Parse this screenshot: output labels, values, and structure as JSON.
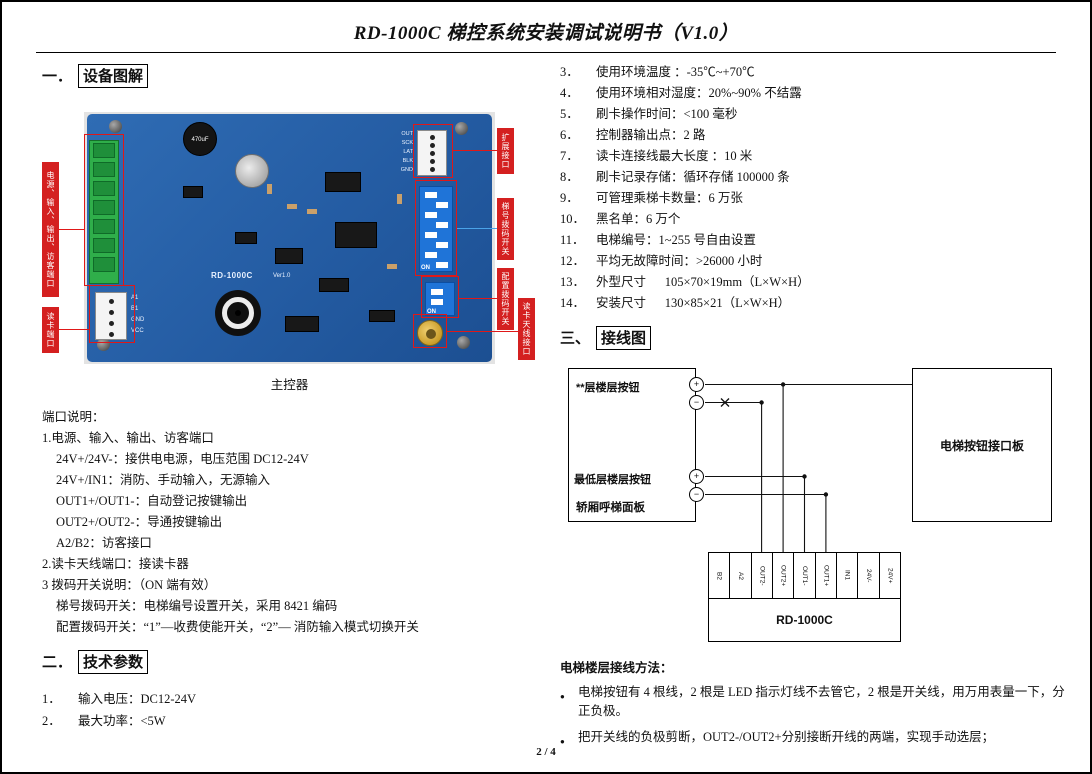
{
  "doc": {
    "title": "RD-1000C 梯控系统安装调试说明书（V1.0）",
    "footer_page": "2 / 4"
  },
  "sections": {
    "s1_num": "一．",
    "s1_title": "设备图解",
    "s2_num": "二．",
    "s2_title": "技术参数",
    "s3_num": "三、",
    "s3_title": "接线图"
  },
  "figure": {
    "caption": "主控器",
    "silkscreen": "RD-1000C",
    "silkscreen_ver": "Ver1.0",
    "cap_label": "470uF",
    "dip8_on": "ON",
    "dip2_on": "ON",
    "pins_right_top": "OUT\nSCK\nLAT\nBLK\nGND",
    "pins_left_bottom": "A1\nB1\nGND\nVCC",
    "labels": {
      "left_top": "电源、输入、输出、访客端口",
      "left_bottom": "读卡端口",
      "right_top": "扩展接口",
      "right_mid1": "梯号拨码开关",
      "right_mid2": "配置拨码开关",
      "right_bottom": "读卡天线接口"
    }
  },
  "port_desc": {
    "heading": "端口说明：",
    "lines": [
      "1.电源、输入、输出、访客端口",
      "24V+/24V-：接供电电源，电压范围 DC12-24V",
      "24V+/IN1：消防、手动输入，无源输入",
      "OUT1+/OUT1-：自动登记按键输出",
      "OUT2+/OUT2-：导通按键输出",
      "A2/B2：访客接口",
      "2.读卡天线端口：接读卡器",
      "3 拨码开关说明：（ON 端有效）",
      "梯号拨码开关：电梯编号设置开关，采用 8421 编码",
      "配置拨码开关：“1”—收费使能开关，“2”— 消防输入模式切换开关"
    ]
  },
  "tech": {
    "left": [
      {
        "num": "1．",
        "text": "输入电压：DC12-24V"
      },
      {
        "num": "2．",
        "text": "最大功率：<5W"
      }
    ],
    "right": [
      {
        "num": "3．",
        "text": "使用环境温度 ：-35℃~+70℃"
      },
      {
        "num": "4．",
        "text": "使用环境相对湿度：20%~90% 不结露"
      },
      {
        "num": "5．",
        "text": "刷卡操作时间：<100 毫秒"
      },
      {
        "num": "6．",
        "text": "控制器输出点：2 路"
      },
      {
        "num": "7．",
        "text": "读卡连接线最大长度 ：10 米"
      },
      {
        "num": "8．",
        "text": "刷卡记录存储：循环存储 100000 条"
      },
      {
        "num": "9．",
        "text": "可管理乘梯卡数量：6 万张"
      },
      {
        "num": "10．",
        "text": "黑名单：6 万个"
      },
      {
        "num": "11．",
        "text": "电梯编号：1~255 号自由设置"
      },
      {
        "num": "12．",
        "text": "平均无故障时间：>26000 小时"
      },
      {
        "num": "13．",
        "text": "外型尺寸      105×70×19mm（L×W×H）"
      },
      {
        "num": "14．",
        "text": "安装尺寸      130×85×21（L×W×H）"
      }
    ]
  },
  "wiring": {
    "left_panel": {
      "top_button": "**层楼层按钮",
      "bottom_button": "最低层楼层按钮",
      "panel_name": "轿厢呼梯面板",
      "plus": "+",
      "minus": "−"
    },
    "right_panel": "电梯按钮接口板",
    "controller": "RD-1000C",
    "terminals": [
      "B2",
      "A2",
      "OUT2-",
      "OUT2+",
      "OUT1-",
      "OUT1+",
      "IN1",
      "24V-",
      "24V+"
    ]
  },
  "method": {
    "heading": "电梯楼层接线方法：",
    "bullet_marker": "●",
    "bullets": [
      "电梯按钮有 4 根线，2 根是 LED 指示灯线不去管它，2 根是开关线，用万用表量一下，分正负极。",
      "把开关线的负极剪断，OUT2-/OUT2+分别接断开线的两端，实现手动选层；"
    ]
  }
}
